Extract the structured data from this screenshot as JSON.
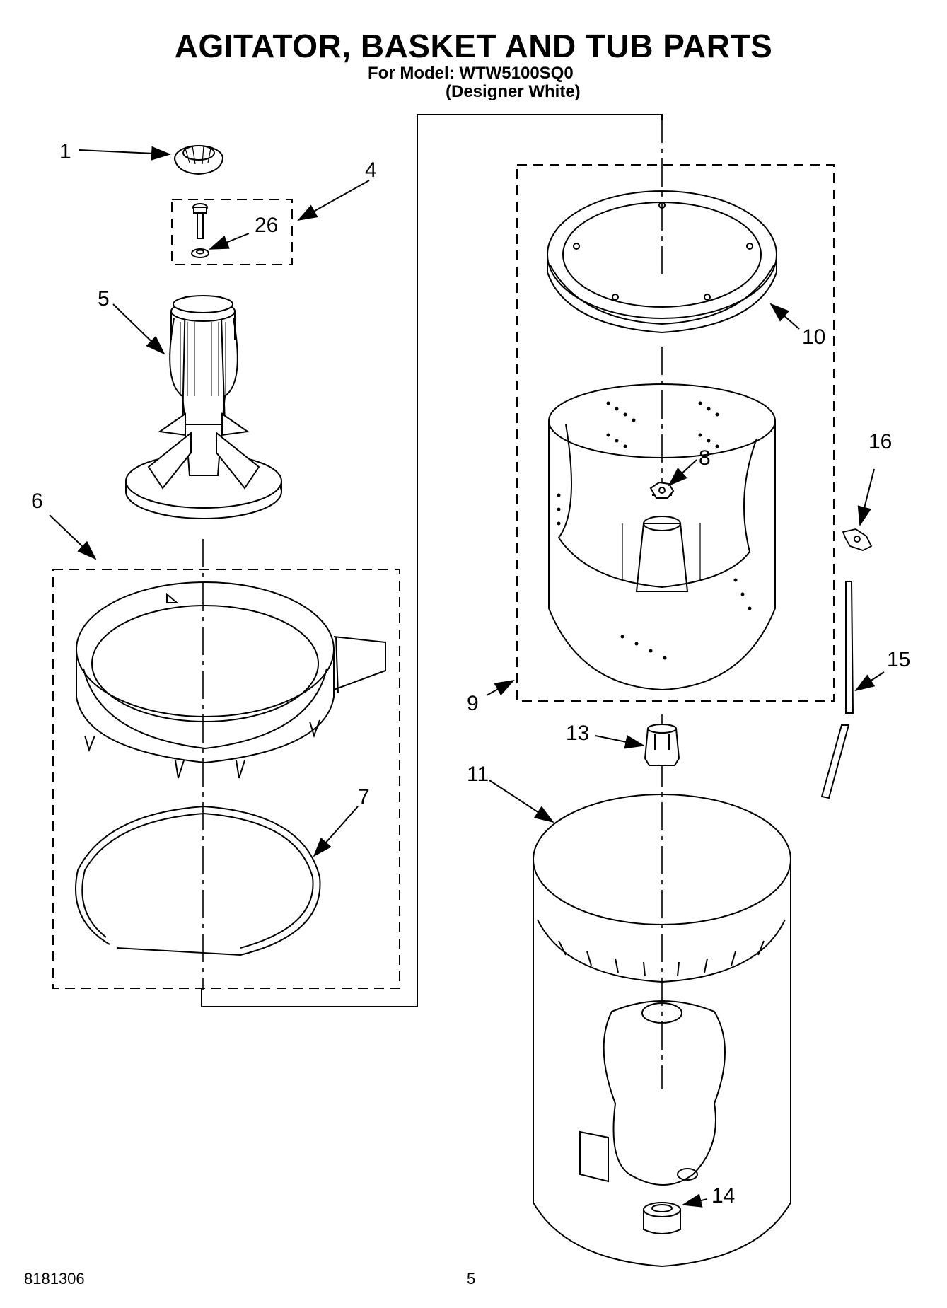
{
  "header": {
    "title": "AGITATOR, BASKET AND TUB PARTS",
    "model_line": "For Model: WTW5100SQ0",
    "variant_line": "(Designer White)"
  },
  "callouts": [
    "1",
    "4",
    "26",
    "5",
    "6",
    "7",
    "8",
    "9",
    "10",
    "11",
    "13",
    "14",
    "15",
    "16"
  ],
  "footer": {
    "doc_number": "8181306",
    "page_number": "5"
  }
}
